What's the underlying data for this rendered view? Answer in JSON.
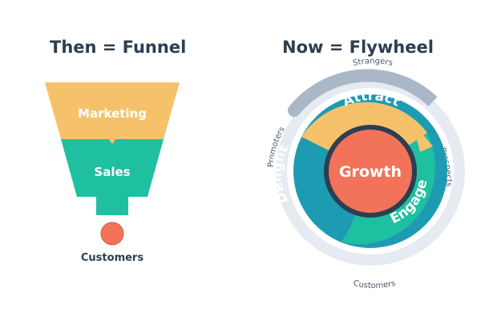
{
  "funnel": {
    "title": "Then = Funnel",
    "stages": [
      "Marketing",
      "Sales"
    ],
    "output": "Customers"
  },
  "flywheel": {
    "title": "Now = Flywheel",
    "center": "Growth",
    "segments": [
      "Attract",
      "Engage",
      "Delight"
    ],
    "ring_labels": {
      "top": "Strangers",
      "right": "Prospects",
      "bottom": "Customers",
      "left": "Promoters"
    }
  },
  "colors": {
    "marketing": "#f5c26b",
    "sales": "#1fbfa1",
    "ball": "#f2735a",
    "attract": "#f5c26b",
    "engage": "#1fbfa1",
    "delight": "#1d9bb3",
    "growth": "#f2735a",
    "hub": "#2d3e50",
    "outer_ring": "#e5ebf1",
    "ring_arc": "#a9b7c6",
    "heading": "#2d3e50"
  }
}
